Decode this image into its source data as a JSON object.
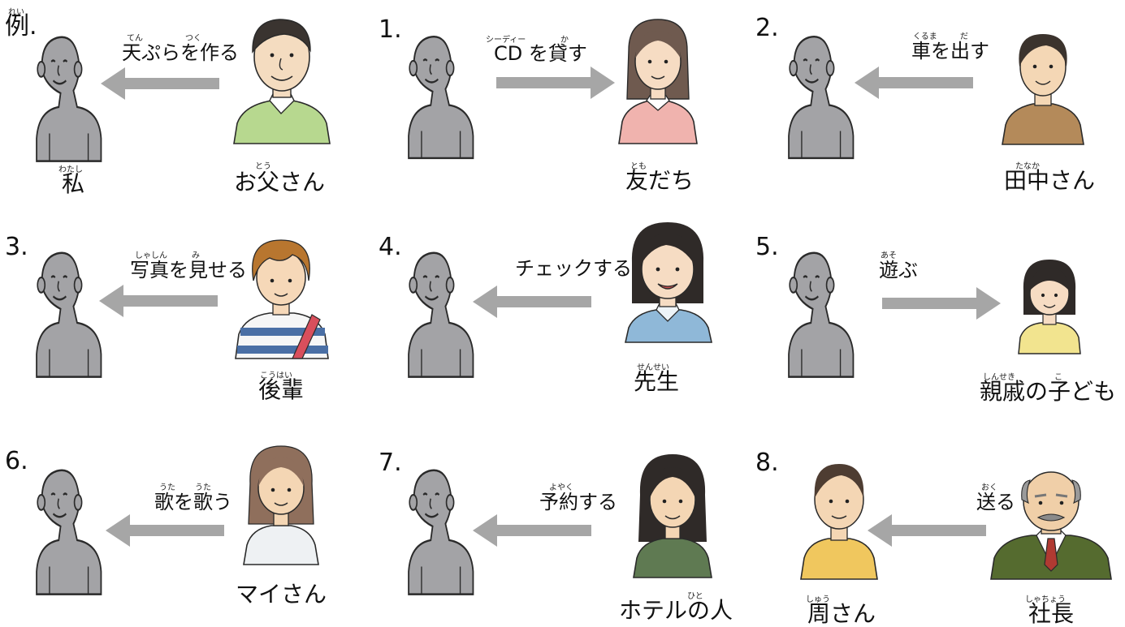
{
  "colors": {
    "silhouette": "#a3a3a6",
    "arrow": "#a6a6a6",
    "outline": "#2a2a2a"
  },
  "example": {
    "number": "例.",
    "number_ruby": "れい",
    "action": "天ぷらを作る",
    "action_ruby_1": "てん",
    "action_ruby_2": "つく",
    "arrow_direction": "left",
    "giver": "お父さん",
    "giver_ruby": "とう",
    "receiver": "私",
    "receiver_ruby": "わたし"
  },
  "items": [
    {
      "number": "1.",
      "action": "CD を貸す",
      "ruby_1": "シーディー",
      "ruby_2": "か",
      "arrow_direction": "right",
      "person": "友だち",
      "person_ruby": "とも"
    },
    {
      "number": "2.",
      "action": "車を出す",
      "ruby_1": "くるま",
      "ruby_2": "だ",
      "arrow_direction": "left",
      "person": "田中さん",
      "person_ruby": "たなか"
    },
    {
      "number": "3.",
      "action": "写真を見せる",
      "ruby_1": "しゃしん",
      "ruby_2": "み",
      "arrow_direction": "left",
      "person": "後輩",
      "person_ruby": "こうはい"
    },
    {
      "number": "4.",
      "action": "チェックする",
      "arrow_direction": "left",
      "person": "先生",
      "person_ruby": "せんせい"
    },
    {
      "number": "5.",
      "action": "遊ぶ",
      "ruby_1": "あそ",
      "arrow_direction": "right",
      "person": "親戚の子ども",
      "person_ruby_1": "しんせき",
      "person_ruby_2": "こ"
    },
    {
      "number": "6.",
      "action": "歌を歌う",
      "ruby_1": "うた",
      "ruby_2": "うた",
      "arrow_direction": "left",
      "person": "マイさん"
    },
    {
      "number": "7.",
      "action": "予約する",
      "ruby_1": "よやく",
      "arrow_direction": "left",
      "person": "ホテルの人",
      "person_ruby": "ひと"
    },
    {
      "number": "8.",
      "action": "送る",
      "ruby_1": "おく",
      "arrow_direction": "left",
      "person_left": "周さん",
      "person_left_ruby": "しゅう",
      "person_right": "社長",
      "person_right_ruby": "しゃちょう"
    }
  ]
}
